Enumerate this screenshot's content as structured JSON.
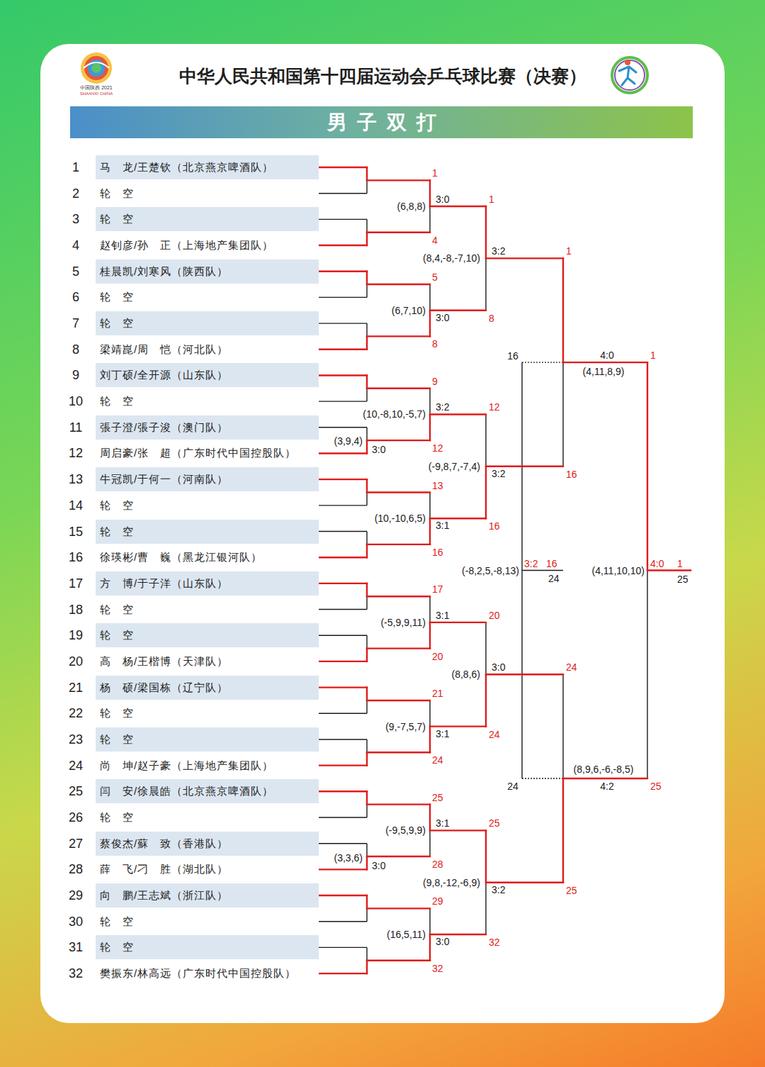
{
  "diagram": {
    "title": "中华人民共和国第十四届运动会乒乓球比赛（决赛）",
    "nodes": [
      {
        "text": [
          "男子双打"
        ]
      },
      {
        "text": [
          "1",
          "马　龙/王楚钦（北京燕京啤酒队）"
        ]
      },
      {
        "text": [
          "2",
          "轮　空"
        ]
      },
      {
        "text": [
          "3",
          "轮　空"
        ]
      },
      {
        "text": [
          "4",
          "赵钊彦/孙　正（上海地产集团队）"
        ]
      },
      {
        "text": [
          "5",
          "桂晨凯/刘寒风（陕西队）"
        ]
      },
      {
        "text": [
          "6",
          "轮　空"
        ]
      },
      {
        "text": [
          "7",
          "轮　空"
        ]
      },
      {
        "text": [
          "8",
          "梁靖崑/周　恺（河北队）"
        ]
      },
      {
        "text": [
          "9",
          "刘丁硕/全开源（山东队）"
        ]
      },
      {
        "text": [
          "10",
          "轮　空"
        ]
      },
      {
        "text": [
          "11",
          "張子澄/張子浚（澳门队）"
        ]
      },
      {
        "text": [
          "12",
          "周启豪/张　超（广东时代中国控股队）"
        ]
      },
      {
        "text": [
          "13",
          "牛冠凯/于何一（河南队）"
        ]
      },
      {
        "text": [
          "14",
          "轮　空"
        ]
      },
      {
        "text": [
          "15",
          "轮　空"
        ]
      },
      {
        "text": [
          "16",
          "徐瑛彬/曹　巍（黑龙江银河队）"
        ]
      },
      {
        "text": [
          "17",
          "方　博/于子洋（山东队）"
        ]
      },
      {
        "text": [
          "18",
          "轮　空"
        ]
      },
      {
        "text": [
          "19",
          "轮　空"
        ]
      },
      {
        "text": [
          "20",
          "高　杨/王楷博（天津队）"
        ]
      },
      {
        "text": [
          "21",
          "杨　硕/梁国栋（辽宁队）"
        ]
      },
      {
        "text": [
          "22",
          "轮　空"
        ]
      },
      {
        "text": [
          "23",
          "轮　空"
        ]
      },
      {
        "text": [
          "24",
          "尚　坤/赵子豪（上海地产集团队）"
        ]
      },
      {
        "text": [
          "25",
          "闫　安/徐晨皓（北京燕京啤酒队）"
        ]
      },
      {
        "text": [
          "26",
          "轮　空"
        ]
      },
      {
        "text": [
          "27",
          "蔡俊杰/蘇　致（香港队）"
        ]
      },
      {
        "text": [
          "28",
          "薛　飞/刁　胜（湖北队）"
        ]
      },
      {
        "text": [
          "29",
          "向　鹏/王志斌（浙江队）"
        ]
      },
      {
        "text": [
          "30",
          "轮　空"
        ]
      },
      {
        "text": [
          "31",
          "轮　空"
        ]
      },
      {
        "text": [
          "32",
          "樊振东/林高远（广东时代中国控股队）"
        ]
      }
    ],
    "labels": [
      "中国陕西 2021",
      "SHAANXI CHINA",
      "(3,9,4)",
      "3:0",
      "(3,3,6)",
      "3:0",
      "1",
      "4",
      "(6,8,8)",
      "3:0",
      "5",
      "8",
      "(6,7,10)",
      "3:0",
      "9",
      "12",
      "(10,-8,10,-5,7)",
      "3:2",
      "13",
      "16",
      "(10,-10,6,5)",
      "3:1",
      "17",
      "20",
      "(-5,9,9,11)",
      "3:1",
      "21",
      "24",
      "(9,-7,5,7)",
      "3:1",
      "25",
      "28",
      "(-9,5,9,9)",
      "3:1",
      "29",
      "32",
      "(16,5,11)",
      "3:0",
      "1",
      "8",
      "(8,4,-8,-7,10)",
      "3:2",
      "12",
      "16",
      "(-9,8,7,-7,4)",
      "3:2",
      "20",
      "24",
      "(8,8,6)",
      "3:0",
      "25",
      "32",
      "(9,8,-12,-6,9)",
      "3:2",
      "1",
      "16",
      "(4,11,8,9)",
      "4:0",
      "24",
      "25",
      "(8,9,6,-6,-8,5)",
      "4:2",
      "16",
      "24",
      "(-8,2,5,-8,13)",
      "3:2",
      "16",
      "24",
      "1",
      "25",
      "(4,11,10,10)",
      "4:0",
      "1",
      "25"
    ]
  }
}
